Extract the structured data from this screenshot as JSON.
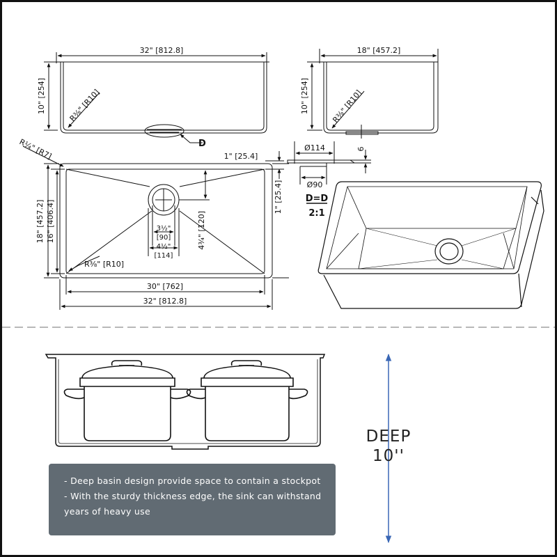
{
  "top_view": {
    "overall_length": "32\" [812.8]",
    "depth": "10\" [254]",
    "corner_radius": "R⅜\" [R10]",
    "drain_label": "D"
  },
  "side_view": {
    "overall_width": "18\" [457.2]",
    "depth": "10\" [254]",
    "corner_radius": "R⅜\" [R10]"
  },
  "plan_view": {
    "outer_radius": "R¼\" [R7]",
    "flange_top": "1\" [25.4]",
    "flange_side": "1\" [25.4]",
    "outer_width": "18\" [457.2]",
    "inner_width": "16\" [406.4]",
    "drain_offset": "4¾\" [120]",
    "drain_inner_a": "3½\"",
    "drain_inner_b": "[90]",
    "drain_outer_a": "4½\"",
    "drain_outer_b": "[114]",
    "corner_radius": "R⅜\" [R10]",
    "inner_length": "30\" [762]",
    "outer_length": "32\" [812.8]"
  },
  "drain_detail": {
    "outer_diameter": "Ø114",
    "inner_diameter": "Ø90",
    "thickness": "6",
    "scale_title": "D=D",
    "scale_ratio": "2:1"
  },
  "feature": {
    "deep_label": "DEEP",
    "depth_value": "10''",
    "bullets": [
      "- Deep basin design provide space to contain a stockpot",
      "- With the sturdy thickness edge, the sink can withstand",
      "years of heavy use"
    ],
    "arrow_color": "#3a67b5",
    "box_color": "#616b73"
  }
}
